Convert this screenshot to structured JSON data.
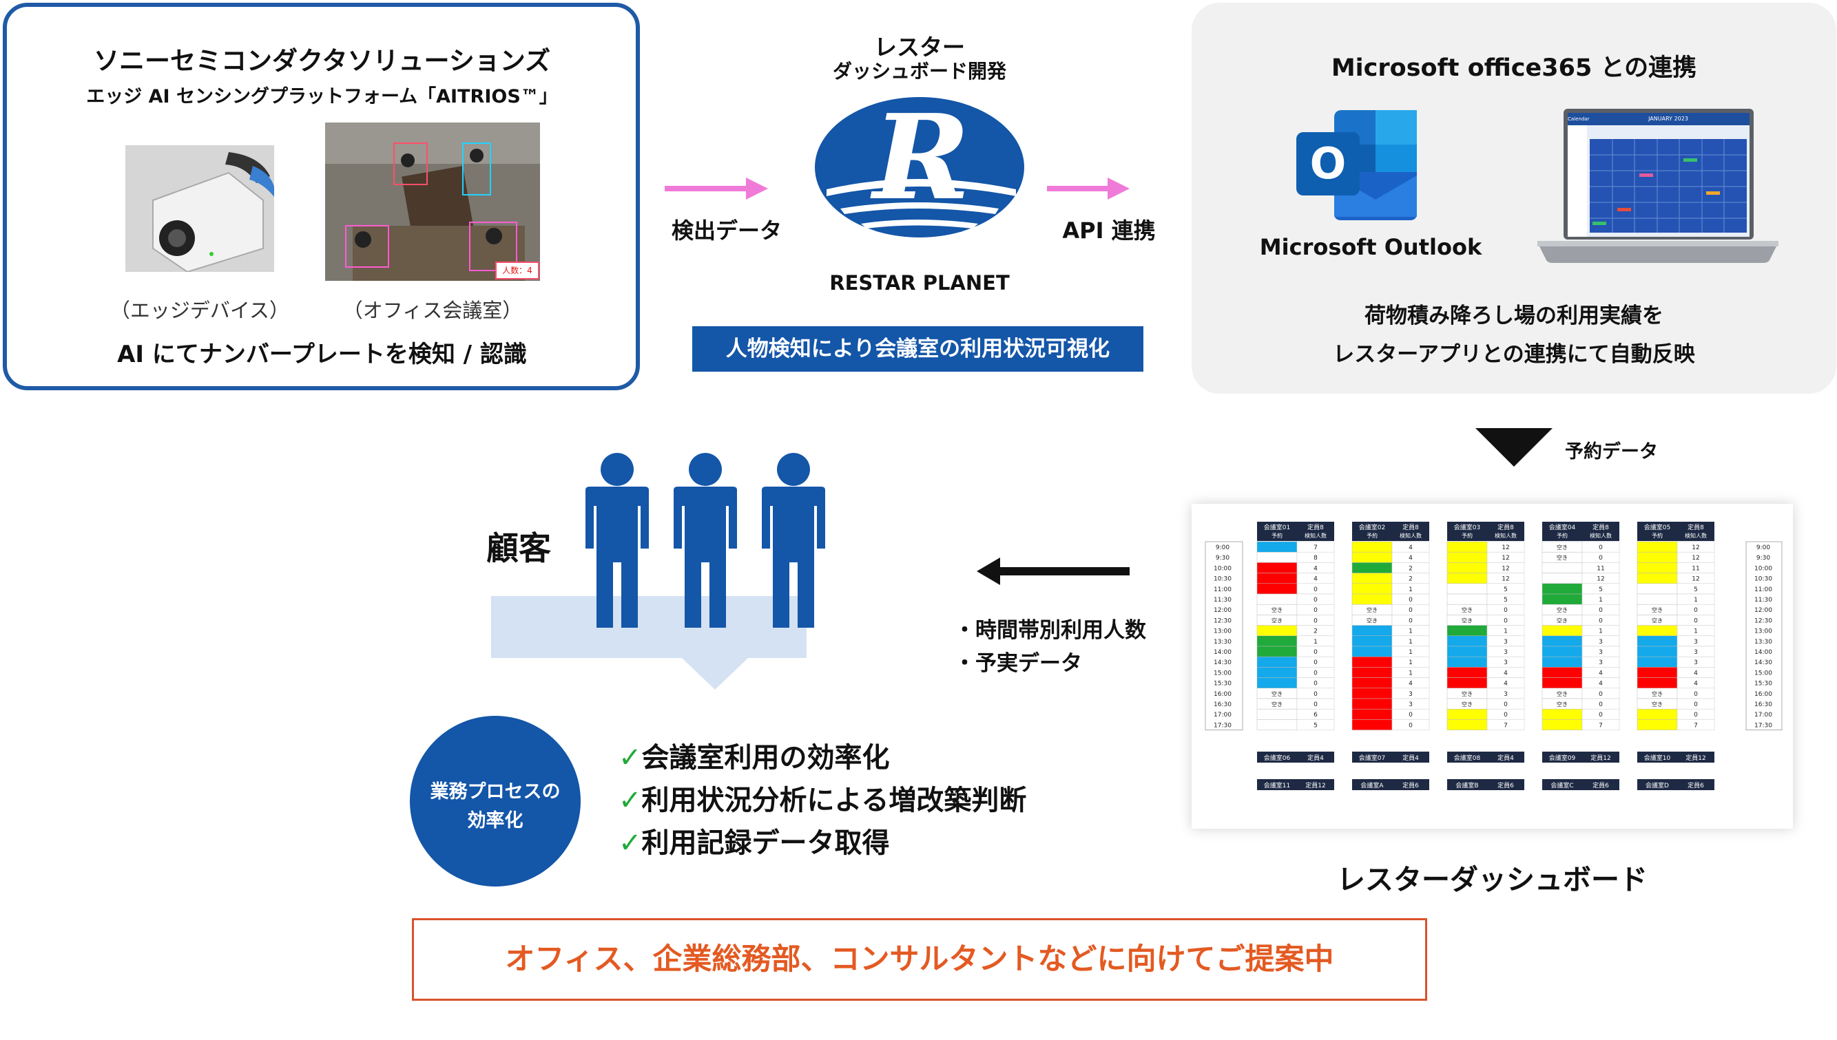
{
  "sony": {
    "title": "ソニーセミコンダクタソリューションズ",
    "subtitle": "エッジ AI センシングプラットフォーム「AITRIOS™」",
    "caption_device": "（エッジデバイス）",
    "caption_office": "（オフィス会議室）",
    "detect_text": "AI にてナンバープレートを検知 / 認識",
    "photo_badge": "人数：4"
  },
  "restar": {
    "title": "レスター",
    "subtitle": "ダッシュボード開発",
    "logo_letter": "R",
    "name": "RESTAR PLANET",
    "left_arrow_label": "検出データ",
    "right_arrow_label": "API 連携",
    "highlight": "人物検知により会議室の利用状況可視化"
  },
  "microsoft": {
    "title": "Microsoft office365 との連携",
    "outlook_label": "Microsoft Outlook",
    "outlook_letter": "O",
    "laptop_header": "JANUARY 2023",
    "laptop_tab": "Calendar",
    "line1": "荷物積み降ろし場の利用実績を",
    "line2": "レスターアプリとの連携にて自動反映",
    "arrow_label": "予約データ"
  },
  "customer": {
    "label": "顧客",
    "bullets": [
      "・時間帯別利用人数",
      "・予実データ"
    ],
    "circle_line1": "業務プロセスの",
    "circle_line2": "効率化",
    "check": "✓",
    "benefits": [
      "会議室利用の効率化",
      "利用状況分析による増改築判断",
      "利用記録データ取得"
    ]
  },
  "dashboard": {
    "title": "レスターダッシュボード",
    "times": [
      "9:00",
      "9:30",
      "10:00",
      "10:30",
      "11:00",
      "11:30",
      "12:00",
      "12:30",
      "13:00",
      "13:30",
      "14:00",
      "14:30",
      "15:00",
      "15:30",
      "16:00",
      "16:30",
      "17:00",
      "17:30"
    ],
    "rooms": [
      {
        "name": "会議室01",
        "cap": "定員8",
        "sub1": "予約",
        "sub2": "検知人数",
        "colors": [
          "b",
          "w",
          "r",
          "r",
          "r",
          "w",
          "w",
          "w",
          "y",
          "g",
          "g",
          "b",
          "b",
          "b",
          "w",
          "w",
          "w",
          "w"
        ],
        "labels": [
          "",
          "",
          "",
          "",
          "",
          "",
          "空き",
          "空き",
          "",
          "",
          "",
          "",
          "",
          "",
          "空き",
          "空き",
          "",
          ""
        ],
        "counts": [
          "7",
          "8",
          "4",
          "4",
          "0",
          "0",
          "0",
          "0",
          "2",
          "1",
          "0",
          "0",
          "0",
          "0",
          "0",
          "0",
          "6",
          "5"
        ]
      },
      {
        "name": "会議室02",
        "cap": "定員8",
        "sub1": "予約",
        "sub2": "検知人数",
        "colors": [
          "y",
          "y",
          "g",
          "y",
          "y",
          "y",
          "w",
          "w",
          "b",
          "b",
          "b",
          "r",
          "r",
          "r",
          "r",
          "r",
          "r",
          "r"
        ],
        "labels": [
          "",
          "",
          "",
          "",
          "",
          "",
          "空き",
          "空き",
          "",
          "",
          "",
          "",
          "",
          "",
          "",
          "",
          "",
          ""
        ],
        "counts": [
          "4",
          "4",
          "2",
          "2",
          "1",
          "0",
          "0",
          "0",
          "1",
          "1",
          "1",
          "1",
          "1",
          "4",
          "3",
          "3",
          "0",
          "0"
        ]
      },
      {
        "name": "会議室03",
        "cap": "定員8",
        "sub1": "予約",
        "sub2": "検知人数",
        "colors": [
          "y",
          "y",
          "y",
          "y",
          "w",
          "w",
          "w",
          "w",
          "g",
          "b",
          "b",
          "b",
          "r",
          "r",
          "w",
          "w",
          "y",
          "y"
        ],
        "labels": [
          "",
          "",
          "",
          "",
          "",
          "",
          "空き",
          "空き",
          "",
          "",
          "",
          "",
          "",
          "",
          "空き",
          "空き",
          "",
          ""
        ],
        "counts": [
          "12",
          "12",
          "12",
          "12",
          "5",
          "5",
          "0",
          "0",
          "1",
          "3",
          "3",
          "3",
          "4",
          "4",
          "3",
          "0",
          "0",
          "7"
        ]
      },
      {
        "name": "会議室04",
        "cap": "定員8",
        "sub1": "予約",
        "sub2": "検知人数",
        "colors": [
          "w",
          "w",
          "w",
          "w",
          "g",
          "g",
          "w",
          "w",
          "y",
          "b",
          "b",
          "b",
          "r",
          "r",
          "w",
          "w",
          "y",
          "y"
        ],
        "labels": [
          "空き",
          "空き",
          "",
          "",
          "",
          "",
          "空き",
          "空き",
          "",
          "",
          "",
          "",
          "",
          "",
          "空き",
          "空き",
          "",
          ""
        ],
        "counts": [
          "0",
          "0",
          "11",
          "12",
          "5",
          "1",
          "0",
          "0",
          "1",
          "3",
          "3",
          "3",
          "4",
          "4",
          "0",
          "0",
          "0",
          "7"
        ]
      },
      {
        "name": "会議室05",
        "cap": "定員8",
        "sub1": "予約",
        "sub2": "検知人数",
        "colors": [
          "y",
          "y",
          "y",
          "y",
          "w",
          "w",
          "w",
          "w",
          "y",
          "b",
          "b",
          "b",
          "r",
          "r",
          "w",
          "w",
          "y",
          "y"
        ],
        "labels": [
          "",
          "",
          "",
          "",
          "",
          "",
          "空き",
          "空き",
          "",
          "",
          "",
          "",
          "",
          "",
          "空き",
          "空き",
          "",
          ""
        ],
        "counts": [
          "12",
          "12",
          "11",
          "12",
          "5",
          "1",
          "0",
          "0",
          "1",
          "3",
          "3",
          "3",
          "4",
          "4",
          "0",
          "0",
          "0",
          "7"
        ]
      }
    ],
    "footer_row1": [
      {
        "name": "会議室06",
        "cap": "定員4"
      },
      {
        "name": "会議室07",
        "cap": "定員4"
      },
      {
        "name": "会議室08",
        "cap": "定員4"
      },
      {
        "name": "会議室09",
        "cap": "定員12"
      },
      {
        "name": "会議室10",
        "cap": "定員12"
      }
    ],
    "footer_row2": [
      {
        "name": "会議室11",
        "cap": "定員12"
      },
      {
        "name": "会議室A",
        "cap": "定員6"
      },
      {
        "name": "会議室B",
        "cap": "定員6"
      },
      {
        "name": "会議室C",
        "cap": "定員6"
      },
      {
        "name": "会議室D",
        "cap": "定員6"
      }
    ]
  },
  "proposal": "オフィス、企業総務部、コンサルタントなどに向けてご提案中",
  "colors": {
    "blue": "#1456a8",
    "pink": "#f07ad8",
    "orange": "#e35a22",
    "cell_r": "#ff0000",
    "cell_g": "#1faa3a",
    "cell_b": "#13a9ea",
    "cell_y": "#ffff00",
    "cell_w": "#ffffff"
  }
}
